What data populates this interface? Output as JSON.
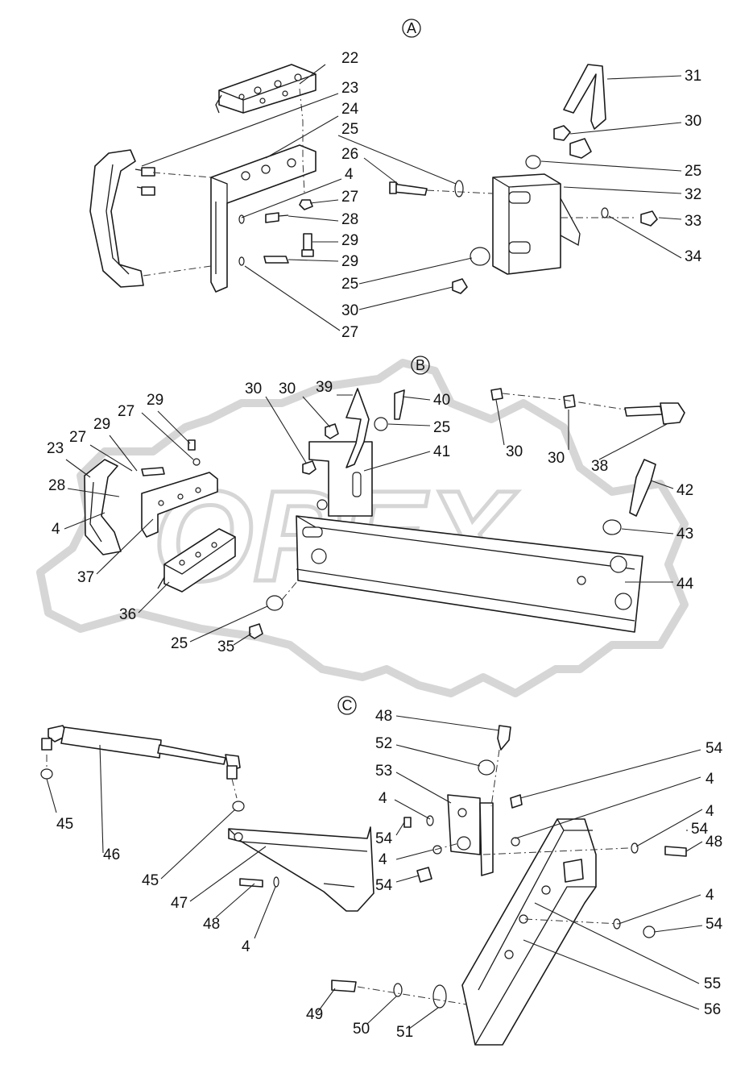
{
  "sections": {
    "a": "A",
    "b": "B",
    "c": "C"
  },
  "watermark": {
    "text": "OPEX"
  },
  "labels": {
    "a": [
      "22",
      "23",
      "24",
      "25",
      "4",
      "26",
      "27",
      "28",
      "29",
      "29",
      "27",
      "31",
      "30",
      "25",
      "32",
      "33",
      "34",
      "25",
      "30"
    ],
    "b": [
      "29",
      "27",
      "29",
      "27",
      "23",
      "28",
      "4",
      "37",
      "36",
      "25",
      "35",
      "30",
      "30",
      "39",
      "40",
      "25",
      "41",
      "30",
      "30",
      "38",
      "42",
      "43",
      "44"
    ],
    "c": [
      "48",
      "52",
      "53",
      "54",
      "4",
      "4",
      "48",
      "4",
      "54",
      "45",
      "46",
      "45",
      "47",
      "48",
      "4",
      "54",
      "4",
      "54",
      "55",
      "56",
      "49",
      "50",
      "51",
      "4",
      "54"
    ]
  }
}
